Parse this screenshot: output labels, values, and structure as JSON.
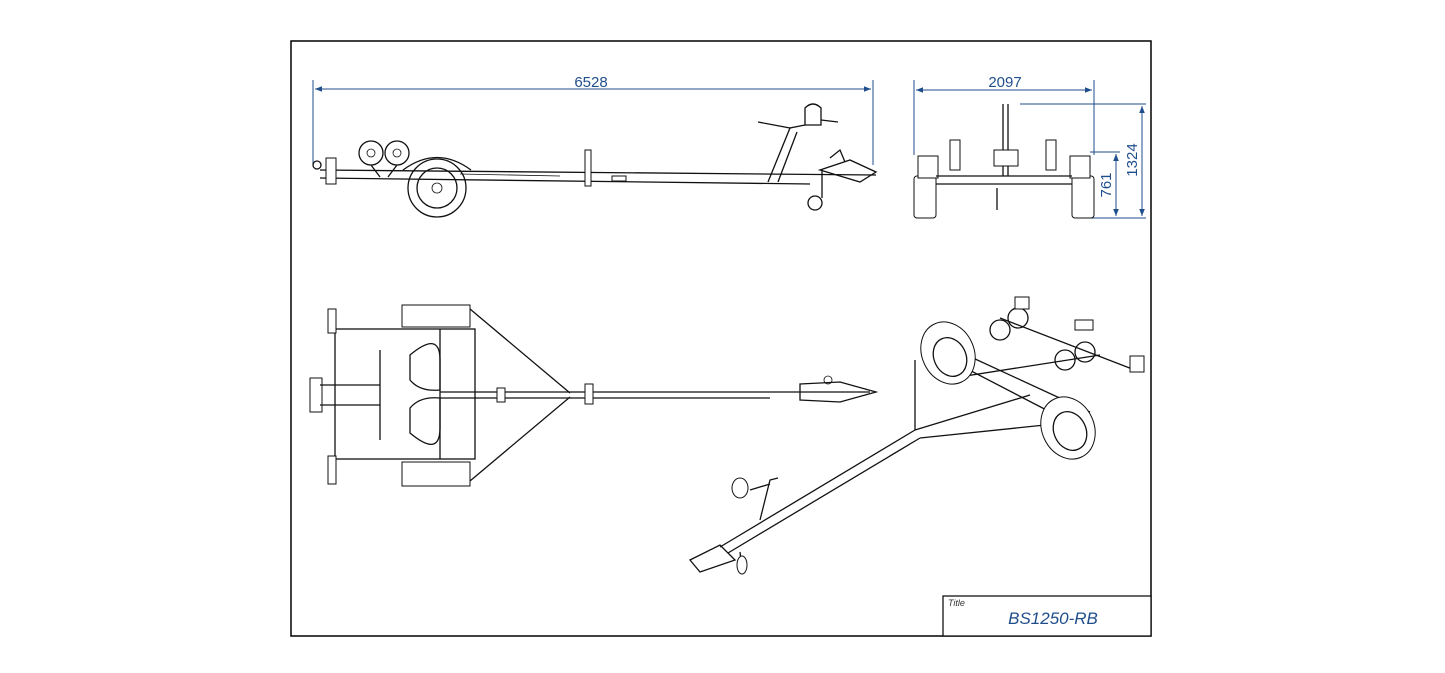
{
  "drawing": {
    "dimensions": {
      "overall_length": "6528",
      "overall_width": "2097",
      "overall_height": "1324",
      "deck_height": "761"
    },
    "title_block": {
      "label": "Title",
      "value": "BS1250-RB"
    },
    "colors": {
      "dimension": "#1f4e8c",
      "ink": "#111111",
      "frame": "#000000"
    }
  }
}
